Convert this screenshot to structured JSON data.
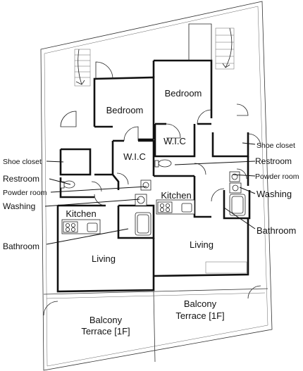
{
  "rooms": {
    "bedroom_left": "Bedroom",
    "bedroom_right": "Bedroom",
    "wic_left": "W.I.C",
    "wic_right": "W.I.C",
    "kitchen_left": "Kitchen",
    "kitchen_right": "Kitchen",
    "living_left": "Living",
    "living_right": "Living",
    "balcony_left_line1": "Balcony",
    "balcony_left_line2": "Terrace [1F]",
    "balcony_right_line1": "Balcony",
    "balcony_right_line2": "Terrace [1F]"
  },
  "callouts_left": {
    "shoe_closet": "Shoe closet",
    "restroom": "Restroom",
    "powder_room": "Powder room",
    "washing": "Washing",
    "bathroom": "Bathroom"
  },
  "callouts_right": {
    "shoe_closet": "Shoe closet",
    "restroom": "Restroom",
    "powder_room": "Powder room",
    "washing": "Washing",
    "bathroom": "Bathroom"
  }
}
